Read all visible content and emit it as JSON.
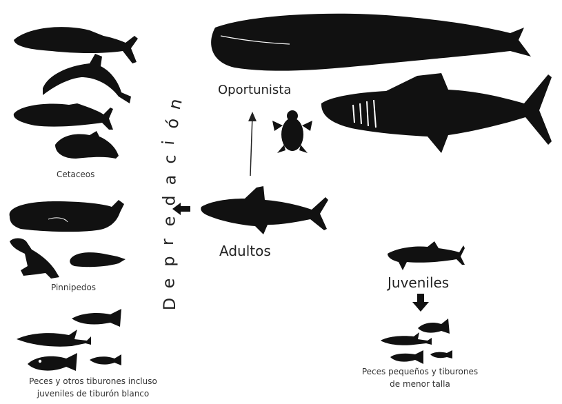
{
  "labels": {
    "oportunista": "Oportunista",
    "adultos": "Adultos",
    "juveniles": "Juveniles",
    "cetaceos": "Cetaceos",
    "pinnipedos": "Pinnipedos",
    "peces_left_line1": "Peces y otros tiburones incluso",
    "peces_left_line2": "juveniles de tiburón blanco",
    "peces_right_line1": "Peces pequeños y tiburones",
    "peces_right_line2": "de menor talla"
  },
  "vertical_word": [
    "D",
    "e",
    "p",
    "r",
    "e",
    "d",
    "a",
    "c",
    "i",
    "ó",
    "n"
  ],
  "colors": {
    "silhouette": "#111111",
    "text": "#222222",
    "background": "#ffffff"
  }
}
